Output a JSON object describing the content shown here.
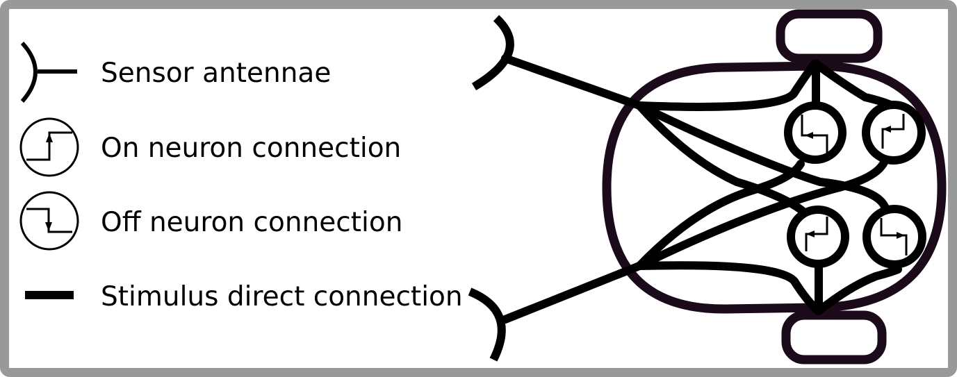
{
  "legend": {
    "items": [
      {
        "label": "Sensor antennae",
        "icon": "antenna-icon"
      },
      {
        "label": "On neuron connection",
        "icon": "on-neuron-icon"
      },
      {
        "label": "Off neuron connection",
        "icon": "off-neuron-icon"
      },
      {
        "label": "Stimulus direct connection",
        "icon": "direct-connection-icon"
      }
    ]
  },
  "colors": {
    "frame": "#999999",
    "background": "#ffffff",
    "line": "#000000",
    "body_outline": "#1a0a1a"
  }
}
